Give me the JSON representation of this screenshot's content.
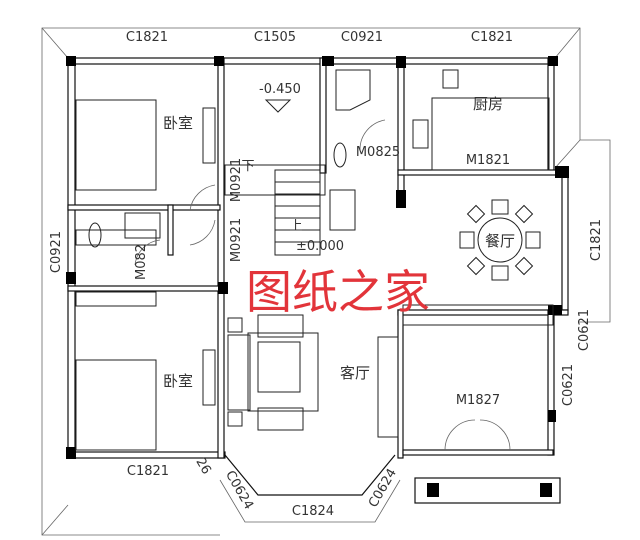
{
  "windows": {
    "top": [
      "C1821",
      "C1505",
      "C0921",
      "C1821"
    ],
    "left": "C0921",
    "right": "C1821",
    "right_lower": [
      "C0621",
      "C0621"
    ],
    "bottom_left": "C1821",
    "bottom_left_small": "26",
    "bay_left": "C0624",
    "bay_right": "C0624",
    "bay_bottom": "C1824"
  },
  "doors": {
    "bath_door": "M0825",
    "kitchen_door": "M1821",
    "bedroom_door_upper": "M0921",
    "bedroom_door_lower": "M0921",
    "wc_door": "M082",
    "entrance_door": "M1827"
  },
  "rooms": {
    "bedroom_upper": "卧室",
    "bedroom_lower": "卧室",
    "kitchen": "厨房",
    "dining": "餐厅",
    "living": "客厅"
  },
  "levels": {
    "lower": "-0.450",
    "ground": "±0.000"
  },
  "stairs": {
    "down": "下",
    "up": "上"
  },
  "watermark": "图纸之家"
}
